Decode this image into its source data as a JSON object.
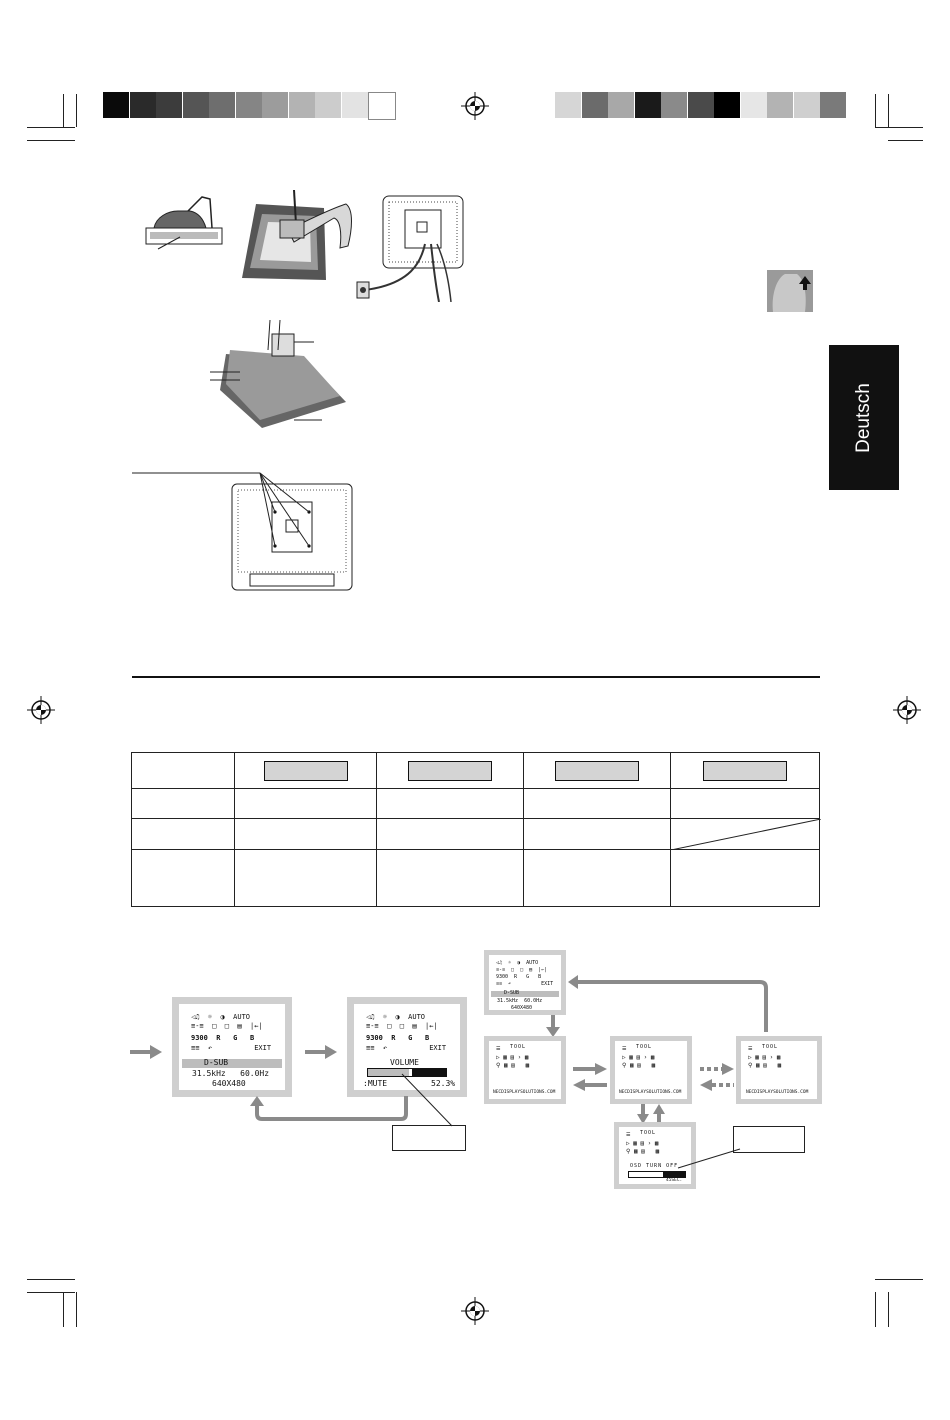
{
  "side_tab": {
    "label": "Deutsch"
  },
  "colors": {
    "left_bar": [
      "#0a0a0a",
      "#2a2a2a",
      "#3c3c3c",
      "#555555",
      "#6e6e6e",
      "#858585",
      "#9c9c9c",
      "#b3b3b3",
      "#cccccc",
      "#e3e3e3",
      "#ffffff"
    ],
    "right_bar": [
      "#d6d6d6",
      "#6b6b6b",
      "#a8a8a8",
      "#1a1a1a",
      "#8a8a8a",
      "#4a4a4a",
      "#000000",
      "#e6e6e6",
      "#b3b3b3",
      "#cfcfcf",
      "#7a7a7a"
    ],
    "osd_frame": "#cfcfcf",
    "arrow": "#8a8a8a"
  },
  "osd_main": {
    "source": "D-SUB",
    "frequency": "31.5kHz   60.0Hz",
    "resolution": "640X480",
    "icon_row1": "◁♫  ☼  ◑  AUTO",
    "icon_row2": "≡-≡  □  □  ▤  |←|",
    "icon_row3": "9300  R   G   B",
    "icon_row4": "≡≡  ↶          EXIT"
  },
  "osd_volume": {
    "title": "VOLUME",
    "mute_label": ":MUTE",
    "value": "52.3%"
  },
  "osd_small": {
    "frequency": "31.5kHz  60.0Hz",
    "resolution": "640X480",
    "source": "D-SUB"
  },
  "osd_tool": {
    "title": "TOOL",
    "url": "NECDISPLAYSOLUTIONS.COM",
    "osd_turn_off": "OSD TURN OFF",
    "seconds": "45SEC."
  },
  "volume_bar_fill": 0.523
}
